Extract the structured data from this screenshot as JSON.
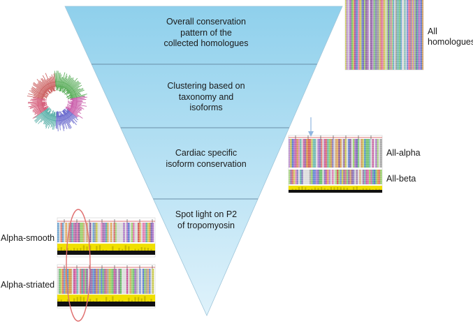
{
  "stages": [
    {
      "lines": [
        "Overall conservation",
        "pattern of the",
        "collected homologues"
      ]
    },
    {
      "lines": [
        "Clustering based on",
        "taxonomy and",
        "isoforms"
      ]
    },
    {
      "lines": [
        "Cardiac specific",
        "isoform conservation"
      ]
    },
    {
      "lines": [
        "Spot light on P2",
        "of tropomyosin"
      ]
    }
  ],
  "labels": {
    "all_homologues": [
      "All",
      "homologues"
    ],
    "all_alpha": "All-alpha",
    "all_beta": "All-beta",
    "alpha_smooth": "Alpha-smooth",
    "alpha_striated": "Alpha-striated"
  },
  "colors": {
    "funnel_top": "#8fd0ec",
    "funnel_bottom": "#dff2fb",
    "funnel_divider": "#6a8fa8",
    "highlight_ellipse": "#e07070",
    "arrow": "#8fb6e0",
    "conservation_bar": "#f0e000"
  }
}
